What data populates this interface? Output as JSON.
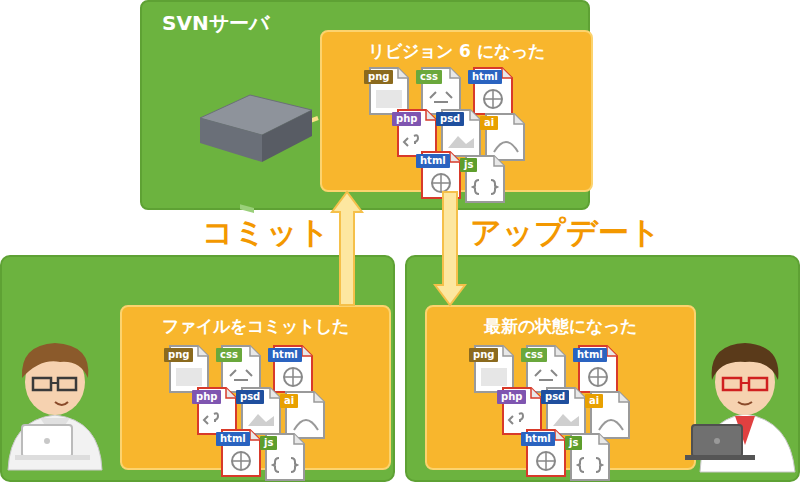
{
  "diagram": {
    "nodes": [
      {
        "text": [
          "SVNサーバ"
        ]
      },
      {
        "text": [
          "リビジョン 6 になった"
        ],
        "in": 0
      },
      {
        "text": [
          "ファイルをコミットした"
        ]
      },
      {
        "text": [
          "最新の状態になった"
        ]
      }
    ],
    "edges": [
      {
        "from": 2,
        "to": 1,
        "arrow": "to",
        "label": "コミット"
      },
      {
        "from": 1,
        "to": 3,
        "arrow": "to",
        "label": "アップデート"
      }
    ],
    "labels": [
      "png",
      "css",
      "html",
      "php",
      "psd",
      "ai",
      "html",
      "js",
      "png",
      "css",
      "html",
      "php",
      "psd",
      "ai",
      "html",
      "js",
      "png",
      "css",
      "html",
      "php",
      "psd",
      "ai",
      "html",
      "js"
    ]
  }
}
